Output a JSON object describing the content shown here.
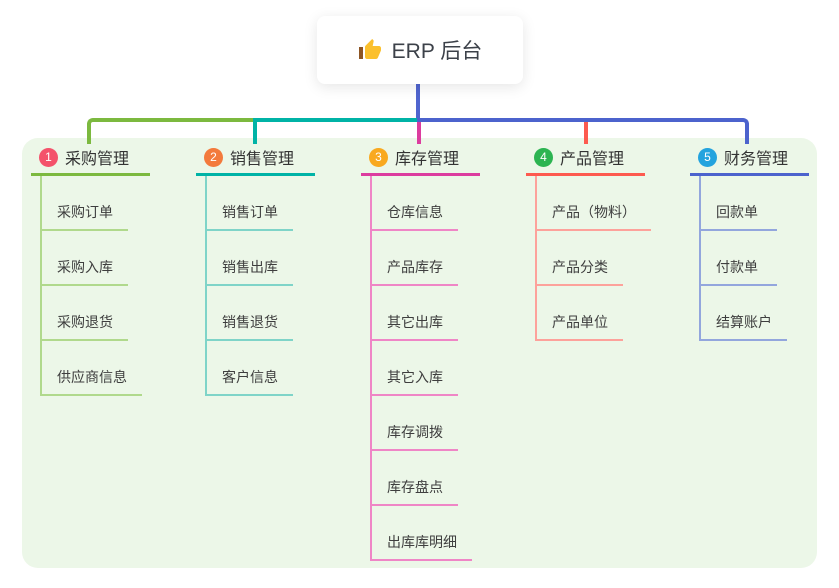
{
  "root": {
    "label": "ERP 后台",
    "icon": "thumbs-up-icon",
    "line_color": "#5065cf"
  },
  "canvas": {
    "background_color": "#ecf7e8"
  },
  "branches": [
    {
      "num": "1",
      "label": "采购管理",
      "color": "#7cb93f",
      "light_color": "#b0d98c",
      "badge_color": "#f4526b",
      "children": [
        "采购订单",
        "采购入库",
        "采购退货",
        "供应商信息"
      ]
    },
    {
      "num": "2",
      "label": "销售管理",
      "color": "#00b3a6",
      "light_color": "#7fd4c8",
      "badge_color": "#f37a3c",
      "children": [
        "销售订单",
        "销售出库",
        "销售退货",
        "客户信息"
      ]
    },
    {
      "num": "3",
      "label": "库存管理",
      "color": "#dc3c9f",
      "light_color": "#ef86c6",
      "badge_color": "#f9a91f",
      "children": [
        "仓库信息",
        "产品库存",
        "其它出库",
        "其它入库",
        "库存调拨",
        "库存盘点",
        "出库库明细"
      ]
    },
    {
      "num": "4",
      "label": "产品管理",
      "color": "#fd5a4f",
      "light_color": "#fda29b",
      "badge_color": "#2cb451",
      "children": [
        "产品（物料）",
        "产品分类",
        "产品单位"
      ]
    },
    {
      "num": "5",
      "label": "财务管理",
      "color": "#4c63cd",
      "light_color": "#93a6dd",
      "badge_color": "#23a3de",
      "children": [
        "回款单",
        "付款单",
        "结算账户"
      ]
    }
  ]
}
